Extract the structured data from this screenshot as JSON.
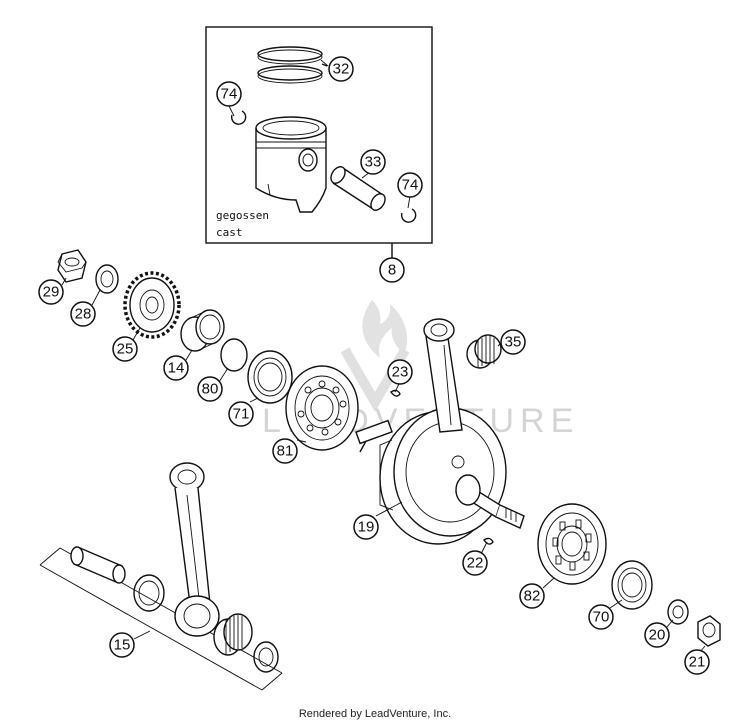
{
  "kit_note": {
    "line1": "gegossen",
    "line2": "cast"
  },
  "watermark": "LEADVENTURE",
  "footer": "Rendered by LeadVenture, Inc.",
  "callouts": {
    "c32": "32",
    "c74a": "74",
    "c33": "33",
    "c74b": "74",
    "c8": "8",
    "c29": "29",
    "c28": "28",
    "c25": "25",
    "c14": "14",
    "c80": "80",
    "c71": "71",
    "c81": "81",
    "c23": "23",
    "c35": "35",
    "c19": "19",
    "c22": "22",
    "c82": "82",
    "c70": "70",
    "c20": "20",
    "c21": "21",
    "c15": "15"
  }
}
